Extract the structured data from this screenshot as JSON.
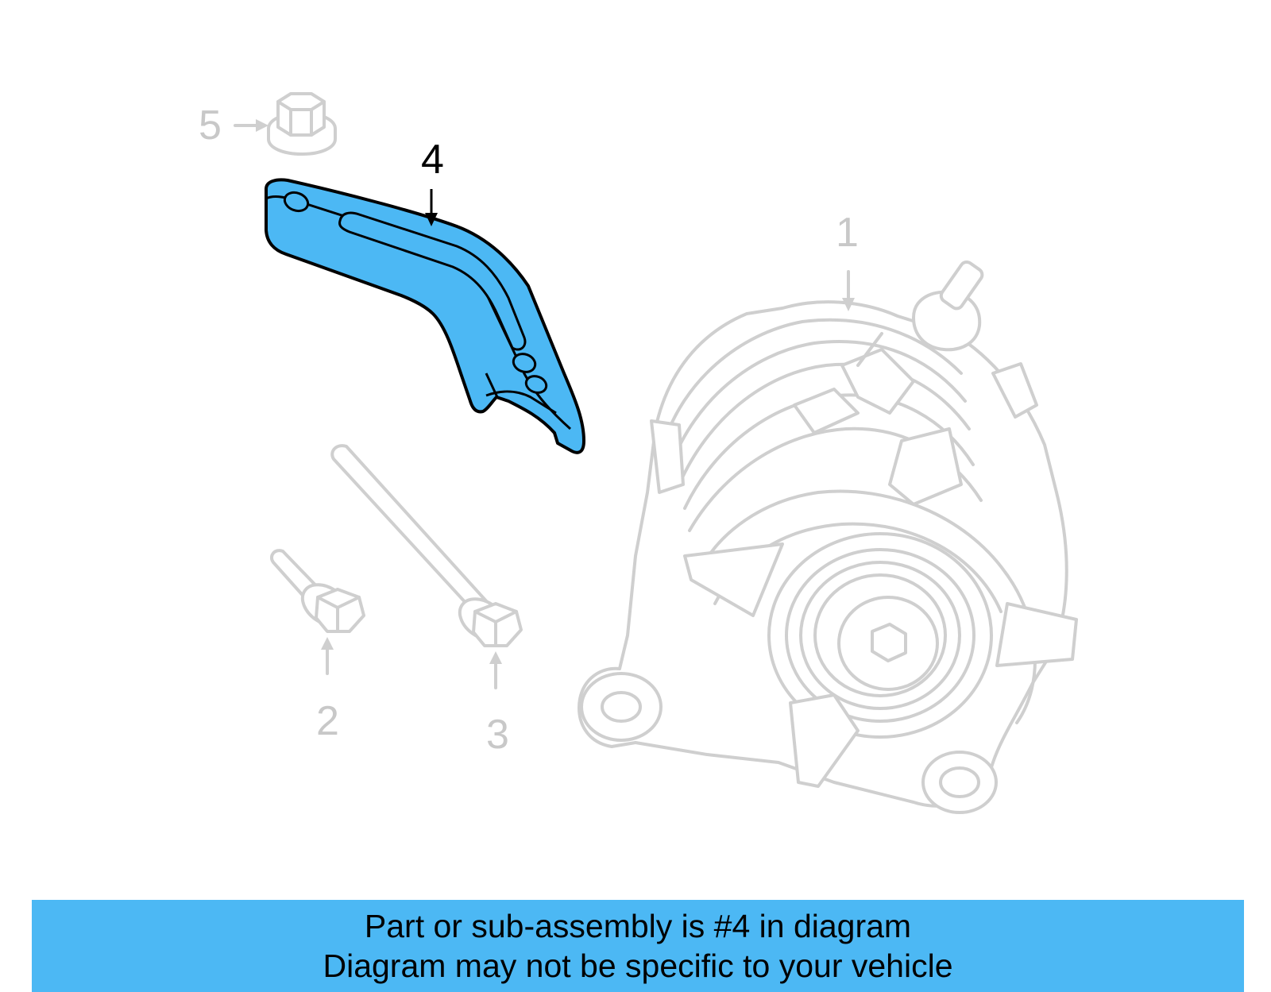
{
  "colors": {
    "highlight": "#4cb8f4",
    "ghost_lines": "#cfcfcf",
    "ghost_text": "#c8c8c8",
    "active_text": "#000000"
  },
  "callouts": {
    "part_1": "1",
    "part_2": "2",
    "part_3": "3",
    "part_4": "4",
    "part_5": "5"
  },
  "banner": {
    "line1": "Part or sub-assembly is #4 in diagram",
    "line2": "Diagram may not be specific to your vehicle"
  }
}
